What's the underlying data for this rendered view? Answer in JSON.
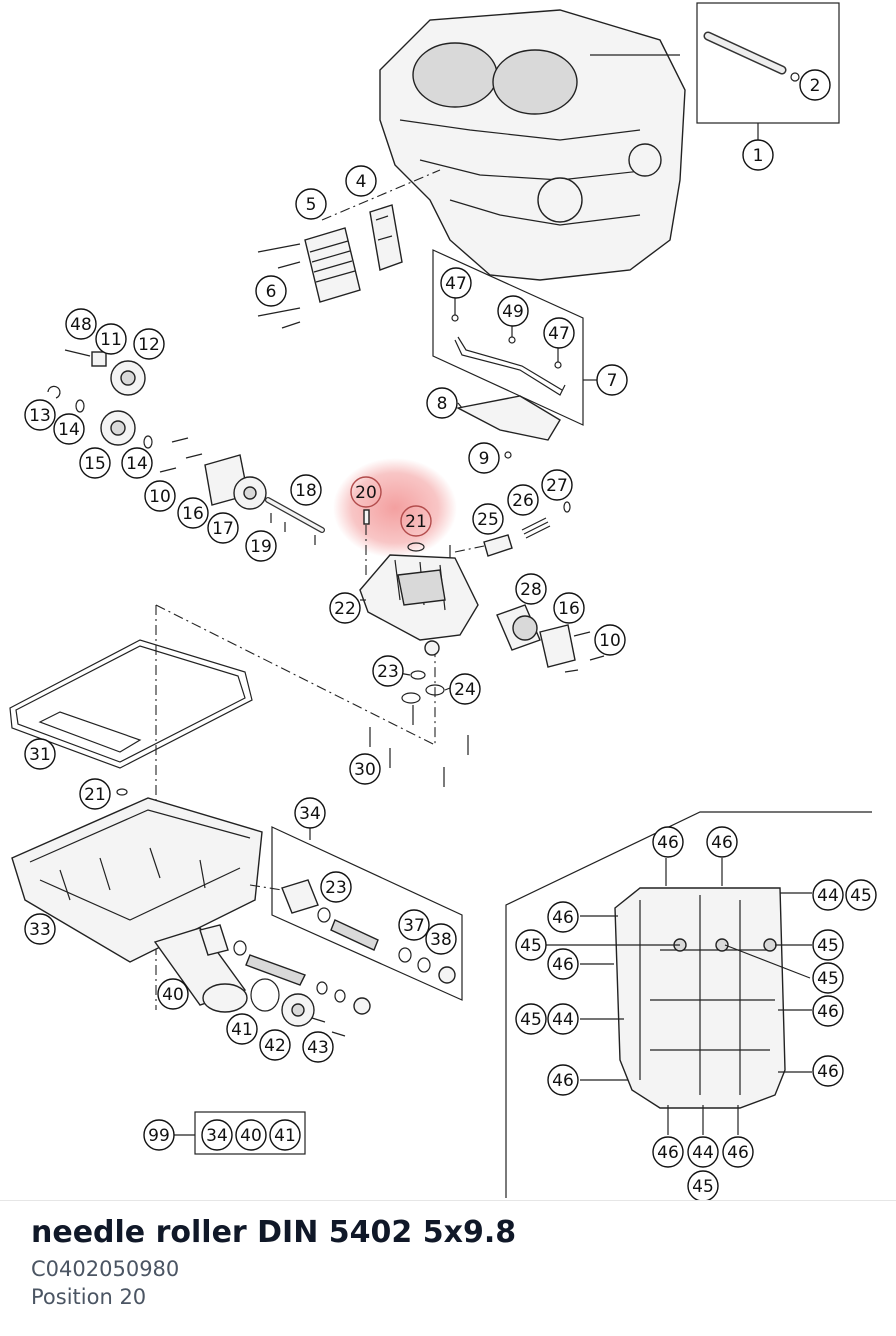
{
  "diagram": {
    "callouts": [
      "1",
      "2",
      "4",
      "5",
      "6",
      "7",
      "8",
      "9",
      "10",
      "11",
      "12",
      "13",
      "14",
      "15",
      "16",
      "17",
      "18",
      "19",
      "20",
      "21",
      "22",
      "23",
      "24",
      "25",
      "26",
      "27",
      "28",
      "30",
      "31",
      "33",
      "34",
      "37",
      "38",
      "40",
      "41",
      "42",
      "43",
      "44",
      "45",
      "46",
      "47",
      "48",
      "49",
      "99"
    ],
    "highlighted_callouts": [
      "20",
      "21"
    ],
    "highlight_color": "#f08080"
  },
  "part": {
    "title": "needle roller DIN 5402 5x9.8",
    "number": "C0402050980",
    "position": "Position 20"
  }
}
